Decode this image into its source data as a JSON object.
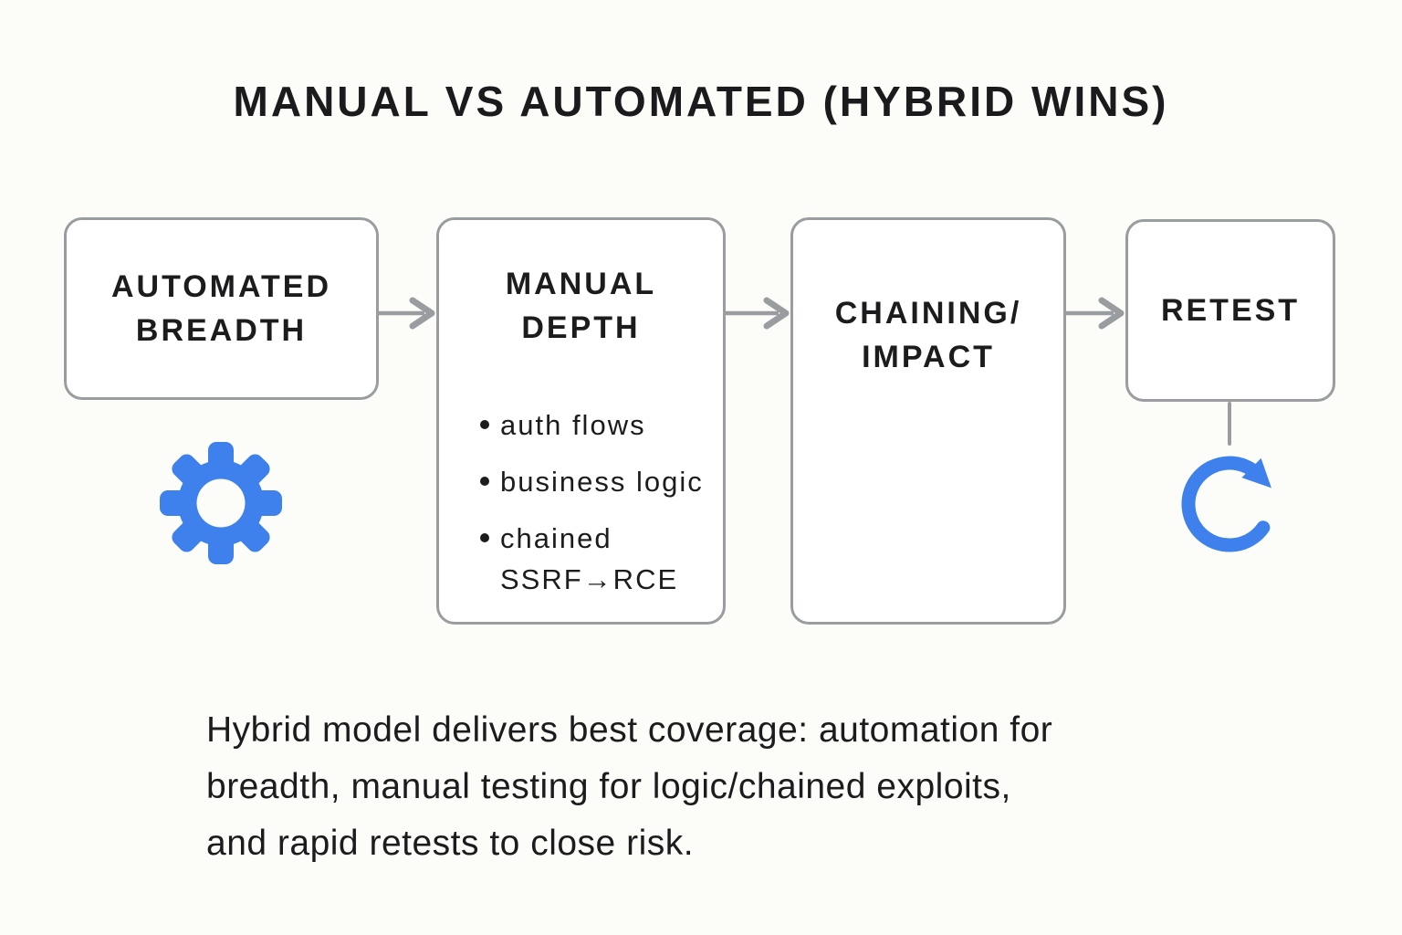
{
  "title": "MANUAL VS AUTOMATED (HYBRID WINS)",
  "flow": {
    "nodes": [
      {
        "id": "automated-breadth",
        "label_lines": [
          "AUTOMATED",
          "BREADTH"
        ],
        "icon": "gear-icon"
      },
      {
        "id": "manual-depth",
        "label_lines": [
          "MANUAL",
          "DEPTH"
        ],
        "bullets": [
          "auth flows",
          "business logic",
          "chained SSRF→RCE"
        ]
      },
      {
        "id": "chaining-impact",
        "label_lines": [
          "CHAINING/",
          "IMPACT"
        ]
      },
      {
        "id": "retest",
        "label_lines": [
          "RETEST"
        ],
        "icon": "refresh-icon"
      }
    ]
  },
  "caption": {
    "lines": [
      "Hybrid model delivers best coverage: automation for",
      "breadth, manual testing for logic/chained exploits,",
      "and rapid retests to close risk."
    ]
  },
  "colors": {
    "accent_blue": "#3E80EC",
    "connector_gray": "#9A9DA0",
    "box_border": "#9A9DA0",
    "box_fill": "#FFFFFF",
    "background": "#FCFCF9",
    "text": "#1C1C1E"
  }
}
